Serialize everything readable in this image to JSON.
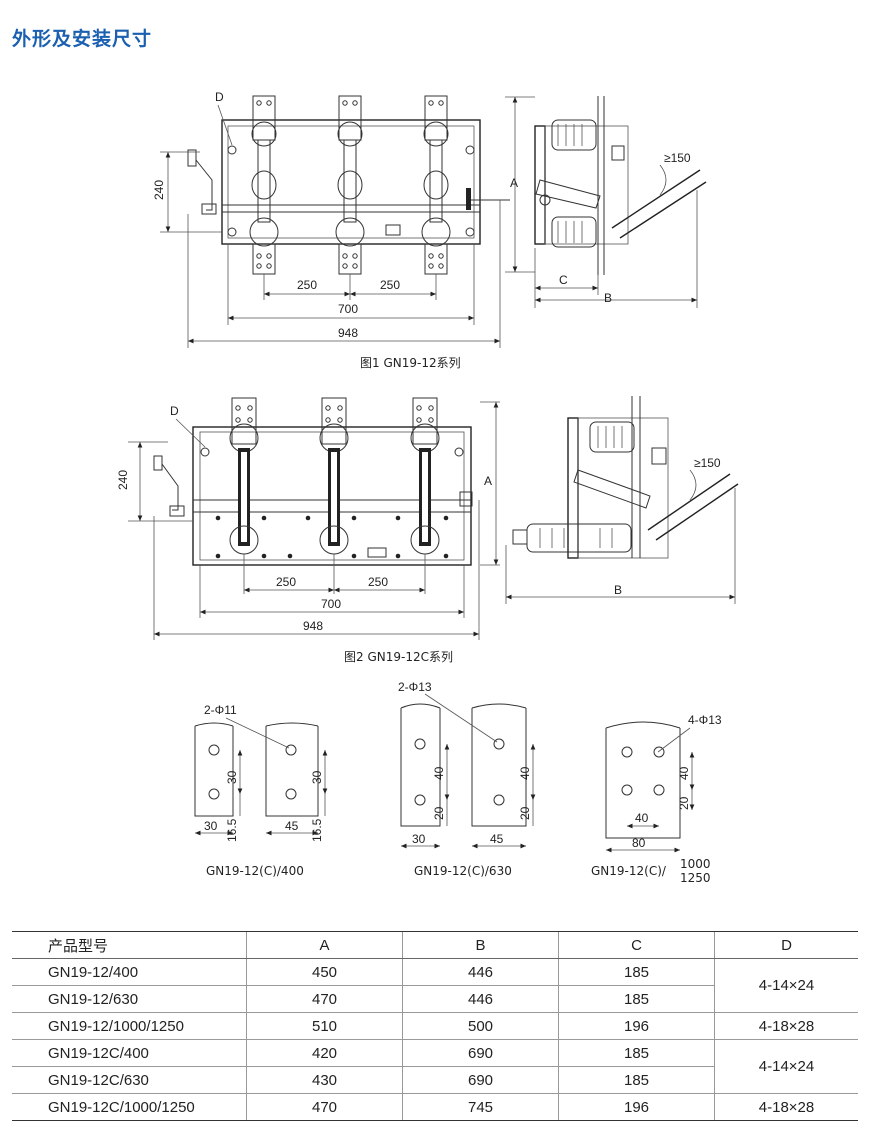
{
  "page": {
    "title": "外形及安装尺寸"
  },
  "figure1": {
    "caption": "图1 GN19-12系列",
    "dims": {
      "d": "D",
      "h240": "240",
      "w250a": "250",
      "w250b": "250",
      "w700": "700",
      "w948": "948",
      "a": "A",
      "c": "C",
      "b": "B",
      "angle": "≥150"
    }
  },
  "figure2": {
    "caption": "图2 GN19-12C系列",
    "dims": {
      "d": "D",
      "h240": "240",
      "w250a": "250",
      "w250b": "250",
      "w700": "700",
      "w948": "948",
      "a": "A",
      "b": "B",
      "angle": "≥150"
    }
  },
  "terminals": [
    {
      "caption": "GN19-12(C)/400",
      "holes": "2-Φ11",
      "v1": "30",
      "v2": "30",
      "h16a": "16.5",
      "h16b": "16.5",
      "w1": "30",
      "w2": "45"
    },
    {
      "caption": "GN19-12(C)/630",
      "holes": "2-Φ13",
      "v1": "40",
      "v2": "40",
      "v3": "20",
      "v4": "20",
      "w1": "30",
      "w2": "45"
    },
    {
      "caption_prefix": "GN19-12(C)/",
      "caption_top": "1000",
      "caption_bottom": "1250",
      "holes": "4-Φ13",
      "v1": "40",
      "v2": "20",
      "w1": "40",
      "w2": "80"
    }
  ],
  "table": {
    "headers": [
      "产品型号",
      "A",
      "B",
      "C",
      "D"
    ],
    "rows": [
      {
        "model": "GN19-12/400",
        "a": "450",
        "b": "446",
        "c": "185"
      },
      {
        "model": "GN19-12/630",
        "a": "470",
        "b": "446",
        "c": "185"
      },
      {
        "model": "GN19-12/1000/1250",
        "a": "510",
        "b": "500",
        "c": "196"
      },
      {
        "model": "GN19-12C/400",
        "a": "420",
        "b": "690",
        "c": "185"
      },
      {
        "model": "GN19-12C/630",
        "a": "430",
        "b": "690",
        "c": "185"
      },
      {
        "model": "GN19-12C/1000/1250",
        "a": "470",
        "b": "745",
        "c": "196"
      }
    ],
    "d_values": [
      "4-14×24",
      "4-18×28",
      "4-14×24",
      "4-18×28"
    ]
  }
}
